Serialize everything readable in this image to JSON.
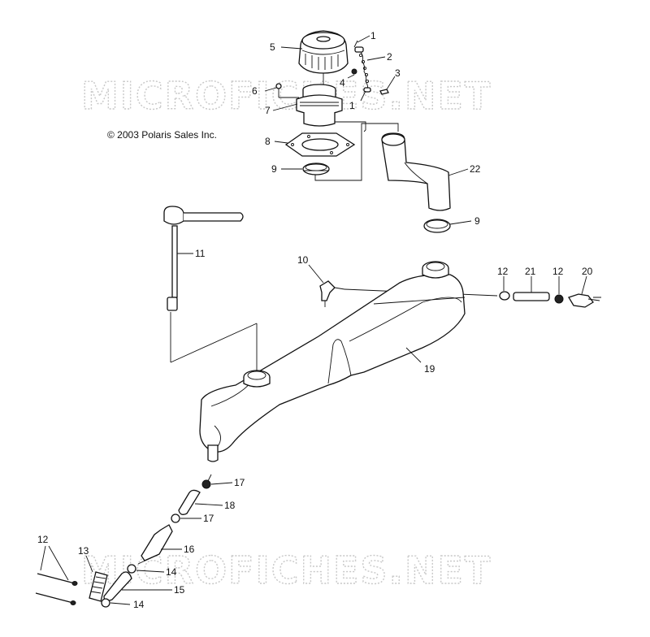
{
  "copyright": "© 2003 Polaris Sales Inc.",
  "watermark": "MICROFICHES.NET",
  "callouts": {
    "c1a": "1",
    "c1b": "1",
    "c2": "2",
    "c3": "3",
    "c4": "4",
    "c5": "5",
    "c6": "6",
    "c7": "7",
    "c8": "8",
    "c9a": "9",
    "c9b": "9",
    "c10": "10",
    "c11": "11",
    "c12a": "12",
    "c12b": "12",
    "c12c": "12",
    "c13": "13",
    "c14a": "14",
    "c14b": "14",
    "c15": "15",
    "c16": "16",
    "c17a": "17",
    "c17b": "17",
    "c18": "18",
    "c19": "19",
    "c20": "20",
    "c21": "21",
    "c22": "22"
  },
  "colors": {
    "line": "#111111",
    "watermark": "#c8c8c8",
    "background": "#ffffff"
  }
}
